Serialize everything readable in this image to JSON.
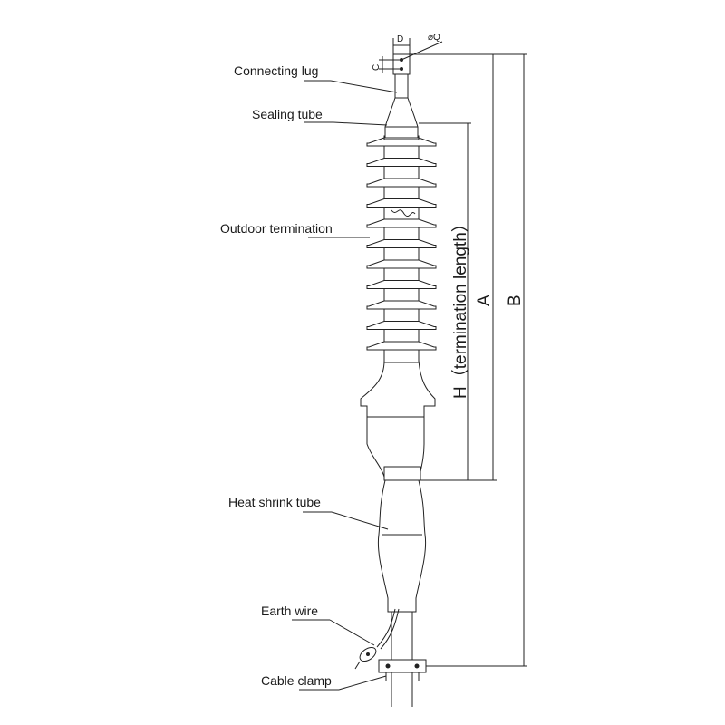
{
  "labels": {
    "connecting_lug": "Connecting lug",
    "sealing_tube": "Sealing tube",
    "outdoor_termination": "Outdoor termination",
    "heat_shrink_tube": "Heat shrink tube",
    "earth_wire": "Earth wire",
    "cable_clamp": "Cable clamp"
  },
  "dimensions": {
    "d": "D",
    "q": "⌀Q",
    "c": "C",
    "h": "H（termination length）",
    "a": "A",
    "b": "B"
  },
  "colors": {
    "line": "#222222",
    "fill": "#ffffff"
  }
}
